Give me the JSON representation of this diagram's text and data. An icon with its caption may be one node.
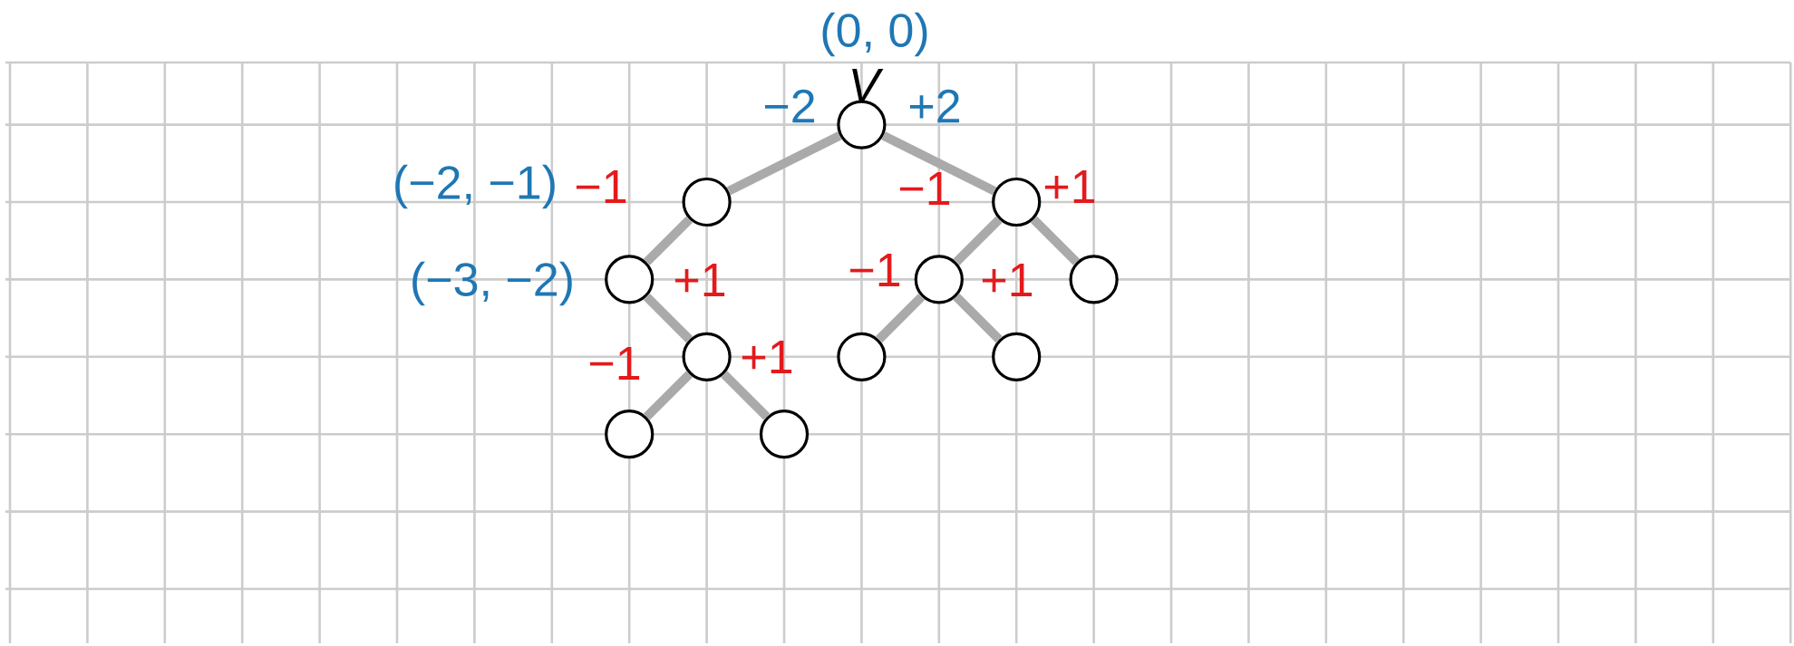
{
  "diagram": {
    "nodes": [
      {
        "text": [],
        "shape": "circle",
        "beside": [
          "(0, 0)",
          "*V*",
          "−2",
          "+2"
        ]
      },
      {
        "text": [],
        "shape": "circle",
        "beside": [
          "(−2, −1)",
          "−1"
        ]
      },
      {
        "text": [],
        "shape": "circle",
        "beside": [
          "−1",
          "+1"
        ]
      },
      {
        "text": [],
        "shape": "circle",
        "beside": [
          "(−3, −2)",
          "+1"
        ]
      },
      {
        "text": [],
        "shape": "circle",
        "beside": [
          "−1",
          "+1"
        ]
      },
      {
        "text": [],
        "shape": "circle"
      },
      {
        "text": [],
        "shape": "circle",
        "beside": [
          "−1",
          "+1"
        ]
      },
      {
        "text": [],
        "shape": "circle"
      },
      {
        "text": [],
        "shape": "circle"
      },
      {
        "text": [],
        "shape": "circle"
      },
      {
        "text": [],
        "shape": "circle"
      }
    ],
    "edges": [
      {
        "from": 0,
        "to": 1,
        "arrow": "none"
      },
      {
        "from": 0,
        "to": 2,
        "arrow": "none"
      },
      {
        "from": 1,
        "to": 3,
        "arrow": "none"
      },
      {
        "from": 3,
        "to": 6,
        "arrow": "none"
      },
      {
        "from": 6,
        "to": 9,
        "arrow": "none"
      },
      {
        "from": 6,
        "to": 10,
        "arrow": "none"
      },
      {
        "from": 2,
        "to": 4,
        "arrow": "none"
      },
      {
        "from": 2,
        "to": 5,
        "arrow": "none"
      },
      {
        "from": 4,
        "to": 7,
        "arrow": "none"
      },
      {
        "from": 4,
        "to": 8,
        "arrow": "none"
      }
    ]
  }
}
